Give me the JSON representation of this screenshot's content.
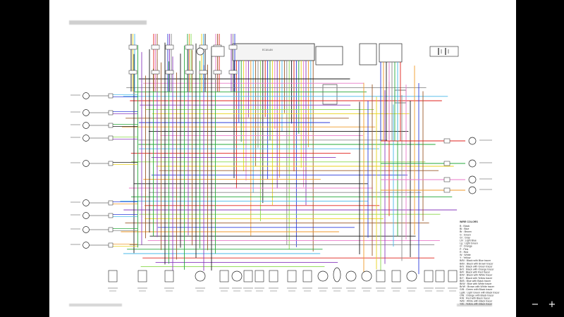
{
  "viewer": {
    "zoom_out_symbol": "−",
    "zoom_in_symbol": "+"
  },
  "diagram": {
    "ecu_label": "ECU/LAN",
    "wire_colors_title": "WIRE COLORS",
    "wire_colors": [
      "B : Black",
      "Bl : Blue",
      "Br : Brown",
      "G : Green",
      "Gr : Gray",
      "Lbl : Light Blue",
      "Lg : Light Green",
      "O : Orange",
      "P : Pink",
      "R : Red",
      "W : White",
      "Y : Yellow",
      "B/Bl : Black with Blue tracer",
      "B/Br : Black with Brown tracer",
      "B/G : Black with Green tracer",
      "B/O : Black with Orange tracer",
      "B/R : Black with Red tracer",
      "B/W : Black with White tracer",
      "B/Y : Black with Yellow tracer",
      "Bl/B : Blue with Black tracer",
      "Bl/W : Blue with White tracer",
      "Br/W : Brown with White tracer",
      "G/B : Green with Black tracer",
      "Lg/B : Light Green with Black tracer",
      "O/B : Orange with Black tracer",
      "R/B : Red with Black tracer",
      "W/B : White with Black tracer",
      "Y/B : Yellow with Black tracer"
    ],
    "colors": {
      "black": "#1a1a1a",
      "red": "#e0221c",
      "blue": "#2c3bd9",
      "green": "#26a83a",
      "yellow": "#e8d21c",
      "pink": "#e879c8",
      "purple": "#8a3bbd",
      "orange": "#f09a2a",
      "lightblue": "#48b8e8",
      "brown": "#9a5a2a",
      "gray": "#8a8a8a",
      "lightgreen": "#8ad84a"
    }
  }
}
